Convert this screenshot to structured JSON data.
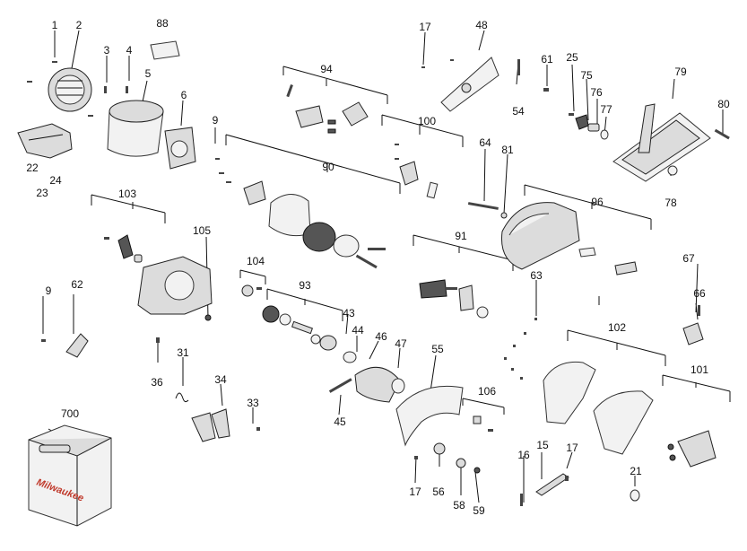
{
  "callouts": {
    "c1": "1",
    "c2": "2",
    "c3": "3",
    "c4": "4",
    "c5": "5",
    "c6": "6",
    "c9a": "9",
    "c9b": "9",
    "c15": "15",
    "c16": "16",
    "c17a": "17",
    "c17b": "17",
    "c17c": "17",
    "c21": "21",
    "c22": "22",
    "c23": "23",
    "c24": "24",
    "c25": "25",
    "c31": "31",
    "c33": "33",
    "c34": "34",
    "c36": "36",
    "c43": "43",
    "c44": "44",
    "c45": "45",
    "c46": "46",
    "c47": "47",
    "c48": "48",
    "c54": "54",
    "c55": "55",
    "c56": "56",
    "c58": "58",
    "c59": "59",
    "c61": "61",
    "c62": "62",
    "c63": "63",
    "c64": "64",
    "c66": "66",
    "c67": "67",
    "c75": "75",
    "c76": "76",
    "c77": "77",
    "c78": "78",
    "c79": "79",
    "c80": "80",
    "c81": "81",
    "c88": "88",
    "c90": "90",
    "c91": "91",
    "c93": "93",
    "c94": "94",
    "c96": "96",
    "c100": "100",
    "c101": "101",
    "c102": "102",
    "c103": "103",
    "c104": "104",
    "c105": "105",
    "c106": "106",
    "c700": "700"
  },
  "case_logo": "Milwaukee",
  "colors": {
    "line": "#111111",
    "part_fill": "#dcdcdc",
    "dark_fill": "#555555",
    "logo": "#c0392b"
  }
}
